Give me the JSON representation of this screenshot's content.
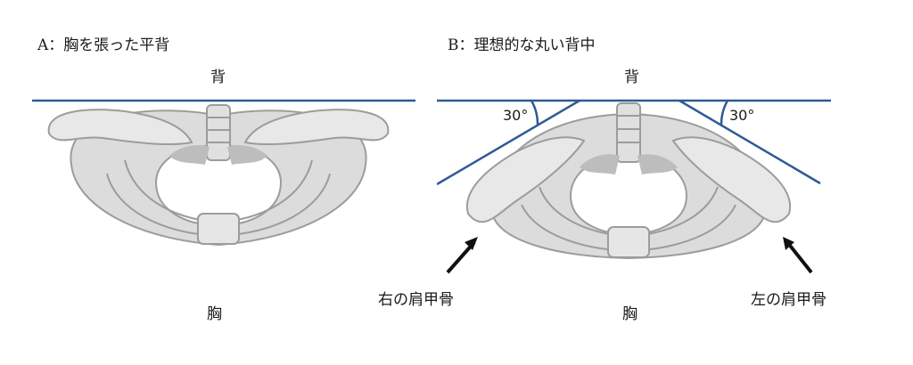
{
  "colors": {
    "line": "#2f5a95",
    "bone": "#d8d8d8",
    "bone_dark": "#b8b8b8",
    "outline": "#9c9c9c",
    "arrow": "#111111"
  },
  "panel_a": {
    "title": "A：胸を張った平背",
    "back_label": "背",
    "chest_label": "胸"
  },
  "panel_b": {
    "title": "B：理想的な丸い背中",
    "back_label": "背",
    "chest_label": "胸",
    "angle_left": "30°",
    "angle_right": "30°",
    "right_scapula_label": "右の肩甲骨",
    "left_scapula_label": "左の肩甲骨"
  }
}
